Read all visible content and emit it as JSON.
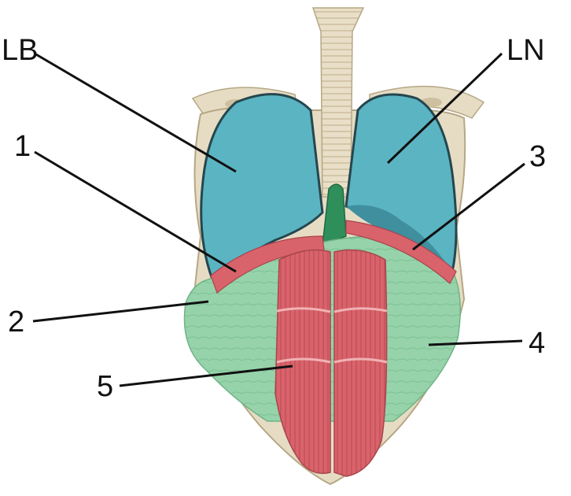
{
  "labels": {
    "lb": "LB",
    "ln": "LN",
    "one": "1",
    "two": "2",
    "three": "3",
    "four": "4",
    "five": "5"
  },
  "colors": {
    "bone": "#e6dcc4",
    "bone_shadow": "#cdbf9f",
    "lung": "#5bb4c2",
    "lung_dark": "#3f8f9f",
    "lung_outline": "#25474f",
    "heart_green": "#2f8f5a",
    "diaphragm_green": "#8fcea4",
    "muscle_red": "#d9636b",
    "muscle_band": "#f0b2b4",
    "line": "#111111"
  }
}
